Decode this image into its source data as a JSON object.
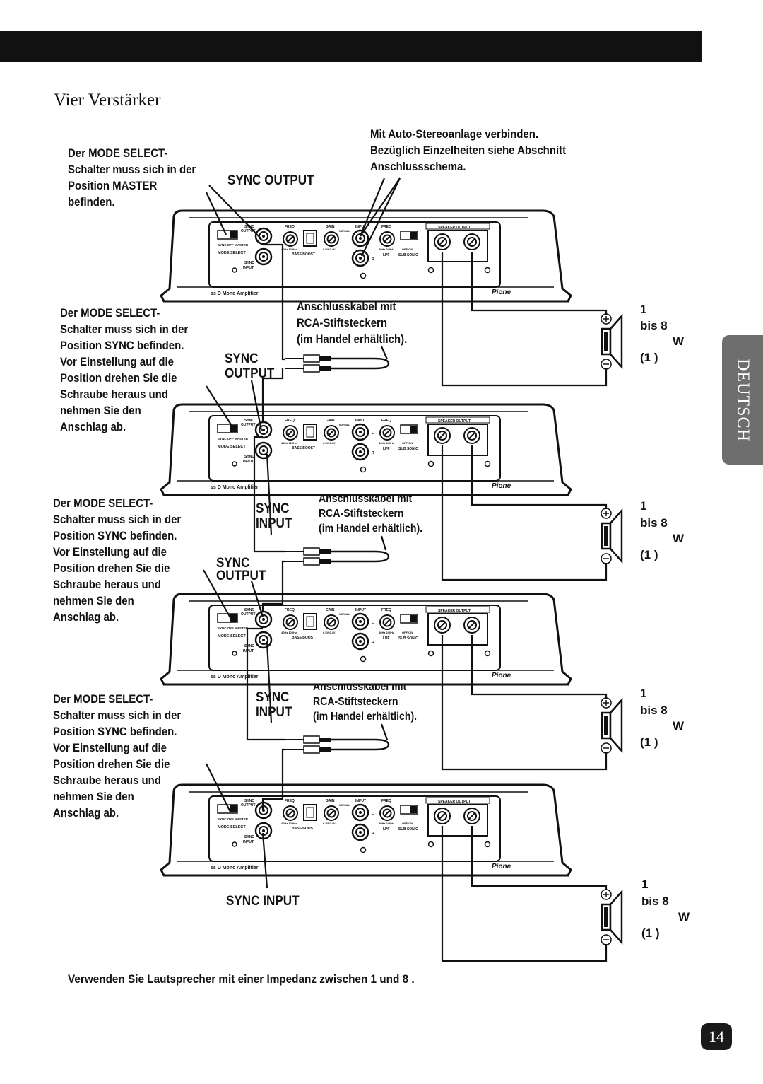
{
  "page": {
    "title": "Vier Verstärker",
    "side_tab": "DEUTSCH",
    "page_number": "14"
  },
  "callouts": {
    "top_right": "Mit Auto-Stereoanlage verbinden.\nBezüglich Einzelheiten siehe Abschnitt\nAnschlussschema.",
    "amp1_mode": "Der MODE SELECT-\nSchalter muss sich in der\nPosition MASTER\nbefinden.",
    "amp2_mode": "Der MODE SELECT-\nSchalter muss sich in der\nPosition SYNC befinden.\nVor Einstellung auf die\nPosition drehen Sie die\nSchraube heraus und\nnehmen Sie den\nAnschlag ab.",
    "amp3_mode": "Der MODE SELECT-\nSchalter muss sich in der\nPosition SYNC befinden.\nVor Einstellung auf die\nPosition drehen Sie die\nSchraube heraus und\nnehmen Sie den\nAnschlag ab.",
    "amp4_mode": "Der MODE SELECT-\nSchalter muss sich in der\nPosition SYNC befinden.\nVor Einstellung auf die\nPosition drehen Sie die\nSchraube heraus und\nnehmen Sie den\nAnschlag ab.",
    "cable": "Anschlusskabel mit\nRCA-Stiftsteckern\n(im Handel erhältlich)."
  },
  "sync_labels": {
    "sync_output": "SYNC OUTPUT",
    "sync": "SYNC",
    "output": "OUTPUT",
    "input": "INPUT",
    "sync_input": "SYNC INPUT"
  },
  "speaker": {
    "line1": "1",
    "line2": "bis 8",
    "line3": "W",
    "line4": "(1    )"
  },
  "amp_panel": {
    "sync": "SYNC",
    "output": "OUTPUT",
    "input": "INPUT",
    "freq": "FREQ",
    "gain": "GAIN",
    "normal": "NORMAL",
    "bass_boost": "BASS BOOST",
    "mode_select": "MODE SELECT",
    "sync_off_master": "SYNC  OFF  MASTER",
    "lpf": "LPF",
    "sub_sonic": "SUB SONIC",
    "speaker_output": "SPEAKER OUTPUT",
    "freq_vals": "40Hz  120Hz",
    "gain_vals": "6.5V  0.4V",
    "lpf_vals": "40Hz  240Hz",
    "sub_vals": "OFF  ON",
    "left": "L",
    "right": "R",
    "model": "ss D Mono Amplifier",
    "brand": "Pione"
  },
  "footnote": "Verwenden Sie Lautsprecher mit einer Impedanz zwischen 1      und 8      ."
}
